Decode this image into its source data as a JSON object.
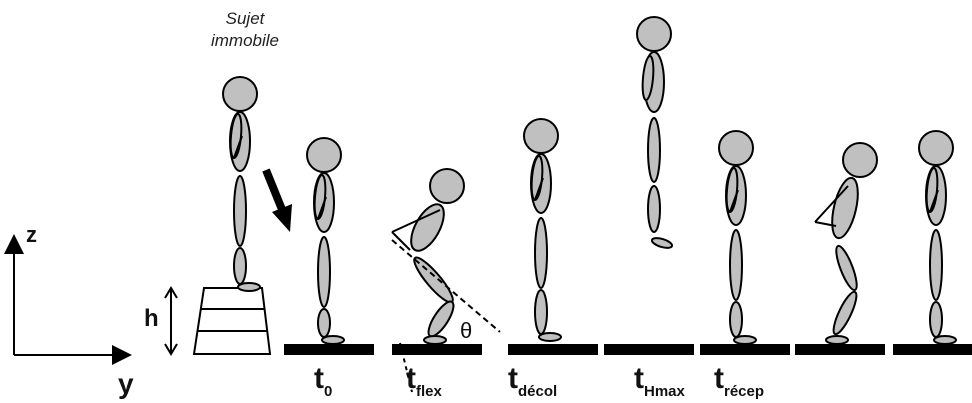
{
  "caption": {
    "line1": "Sujet",
    "line2": "immobile"
  },
  "axes": {
    "z": "z",
    "y": "y",
    "h": "h"
  },
  "phases": [
    {
      "base": "t",
      "sub": "0"
    },
    {
      "base": "t",
      "sub": "flex"
    },
    {
      "base": "t",
      "sub": "décol"
    },
    {
      "base": "t",
      "sub": "Hmax"
    },
    {
      "base": "t",
      "sub": "récep"
    }
  ],
  "angle_label": "θ",
  "colors": {
    "body": "#c0c0c0",
    "outline": "#000000",
    "plate": "#000000"
  }
}
